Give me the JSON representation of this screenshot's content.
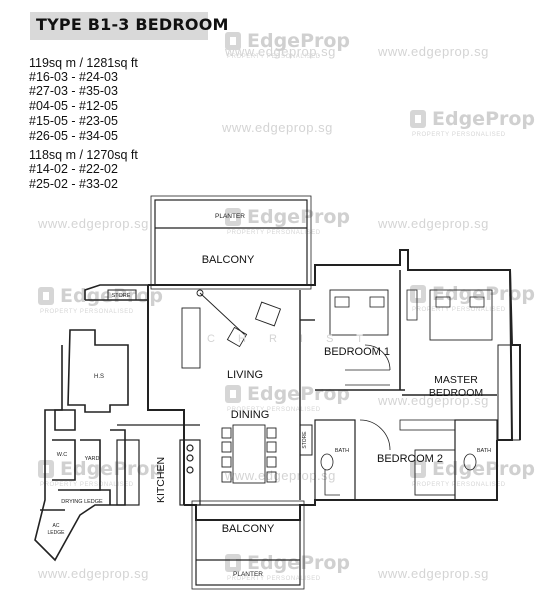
{
  "header": {
    "title": "TYPE B1-3 BEDROOM"
  },
  "unit_groups": [
    {
      "area": "119sq m / 1281sq ft",
      "units": [
        "#16-03 - #24-03",
        "#27-03 - #35-03",
        "#04-05 - #12-05",
        "#15-05 - #23-05",
        "#26-05 - #34-05"
      ]
    },
    {
      "area": "118sq m / 1270sq ft",
      "units": [
        "#14-02 - #22-02",
        "#25-02 - #33-02"
      ]
    }
  ],
  "rooms": {
    "planter_top": "PLANTER",
    "balcony_top": "BALCONY",
    "store_top": "STORE",
    "hs": "H.S",
    "living": "LIVING",
    "dining": "DINING",
    "bedroom1": "BEDROOM 1",
    "master_line1": "MASTER",
    "master_line2": "BEDROOM",
    "bedroom2": "BEDROOM 2",
    "kitchen": "KITCHEN",
    "wc": "W.C",
    "yard": "YARD",
    "drying_ledge": "DRYING LEDGE",
    "ac_ledge_line1": "AC",
    "ac_ledge_line2": "LEDGE",
    "store_mid": "STORE",
    "bath_left": "BATH",
    "bath_right": "BATH",
    "balcony_bottom": "BALCONY",
    "planter_bottom": "PLANTER"
  },
  "watermark": {
    "url": "www.edgeprop.sg",
    "brand": "EdgeProp",
    "tagline": "PROPERTY PERSONALISED",
    "faint_text": "C H R I S T"
  }
}
